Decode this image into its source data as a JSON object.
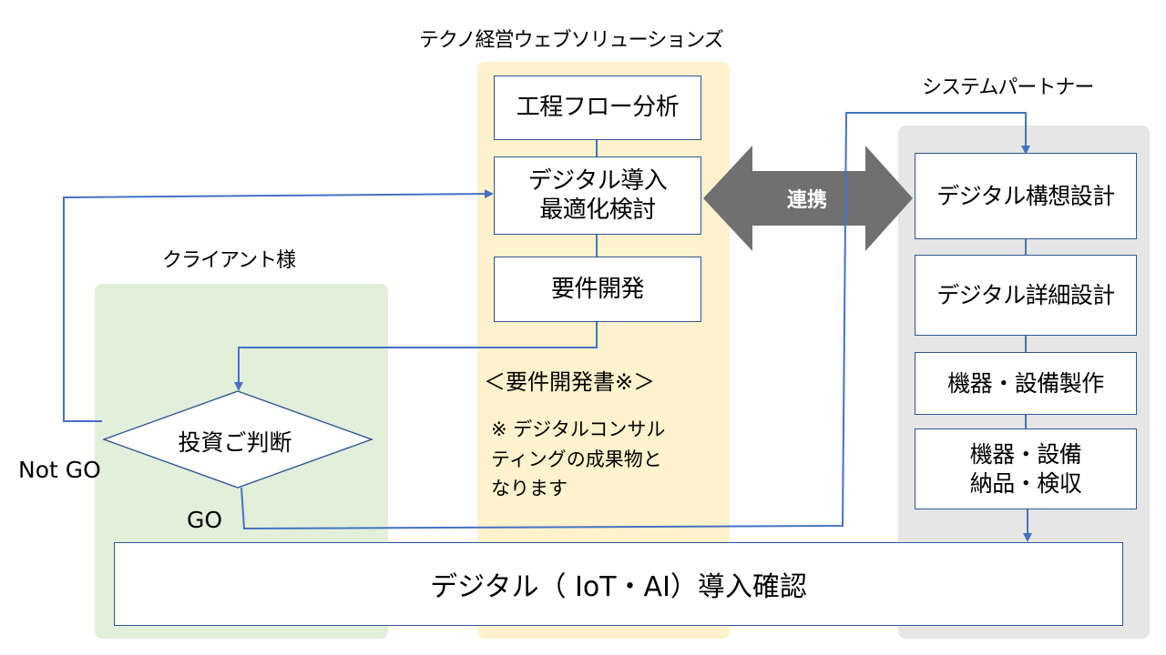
{
  "lanes": {
    "client": {
      "title": "クライアント様"
    },
    "tech": {
      "title": "テクノ経営ウェブソリューションズ"
    },
    "partner": {
      "title": "システムパートナー"
    }
  },
  "tech_steps": {
    "process_flow": "工程フロー分析",
    "digital_intro": "デジタル導入\n最適化検討",
    "requirements": "要件開発",
    "requirements_doc": "＜要件開発書※＞",
    "note": "※ デジタルコンサル\nティングの成果物と\nなります"
  },
  "collaboration": {
    "label": "連携"
  },
  "partner_steps": {
    "concept_design": "デジタル構想設計",
    "detail_design": "デジタル詳細設計",
    "manufacture": "機器・設備製作",
    "delivery": "機器・設備\n納品・検収"
  },
  "decision": {
    "label": "投資ご判断",
    "no_go": "Not GO",
    "go": "GO"
  },
  "final": {
    "label": "デジタル（ IoT・AI）導入確認"
  },
  "colors": {
    "client_lane": "#e2efda",
    "tech_lane": "#fff2cc",
    "partner_lane": "#e7e6e6",
    "connector": "#4472c4",
    "box_border": "#2f5597",
    "collab_arrow": "#707070"
  }
}
